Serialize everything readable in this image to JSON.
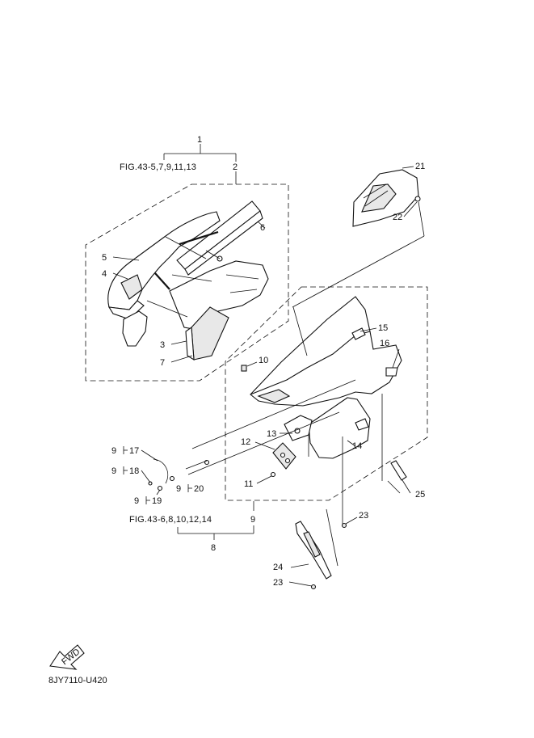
{
  "labels": {
    "p1": "1",
    "p2": "2",
    "p3": "3",
    "p4": "4",
    "p5": "5",
    "p6": "6",
    "p7": "7",
    "p8": "8",
    "p9a": "9",
    "p9b": "9",
    "p9c": "9",
    "p9d": "9",
    "p9e": "9",
    "p10": "10",
    "p11": "11",
    "p12": "12",
    "p13": "13",
    "p14": "14",
    "p15": "15",
    "p16": "16",
    "p17": "17",
    "p18": "18",
    "p19": "19",
    "p20": "20",
    "p21": "21",
    "p22": "22",
    "p23a": "23",
    "p23b": "23",
    "p24": "24",
    "p25": "25"
  },
  "refs": {
    "fig_upper": "FIG.43-5,7,9,11,13",
    "fig_lower": "FIG.43-6,8,10,12,14"
  },
  "fwd_badge": "FWD",
  "diagram_code": "8JY7110-U420"
}
